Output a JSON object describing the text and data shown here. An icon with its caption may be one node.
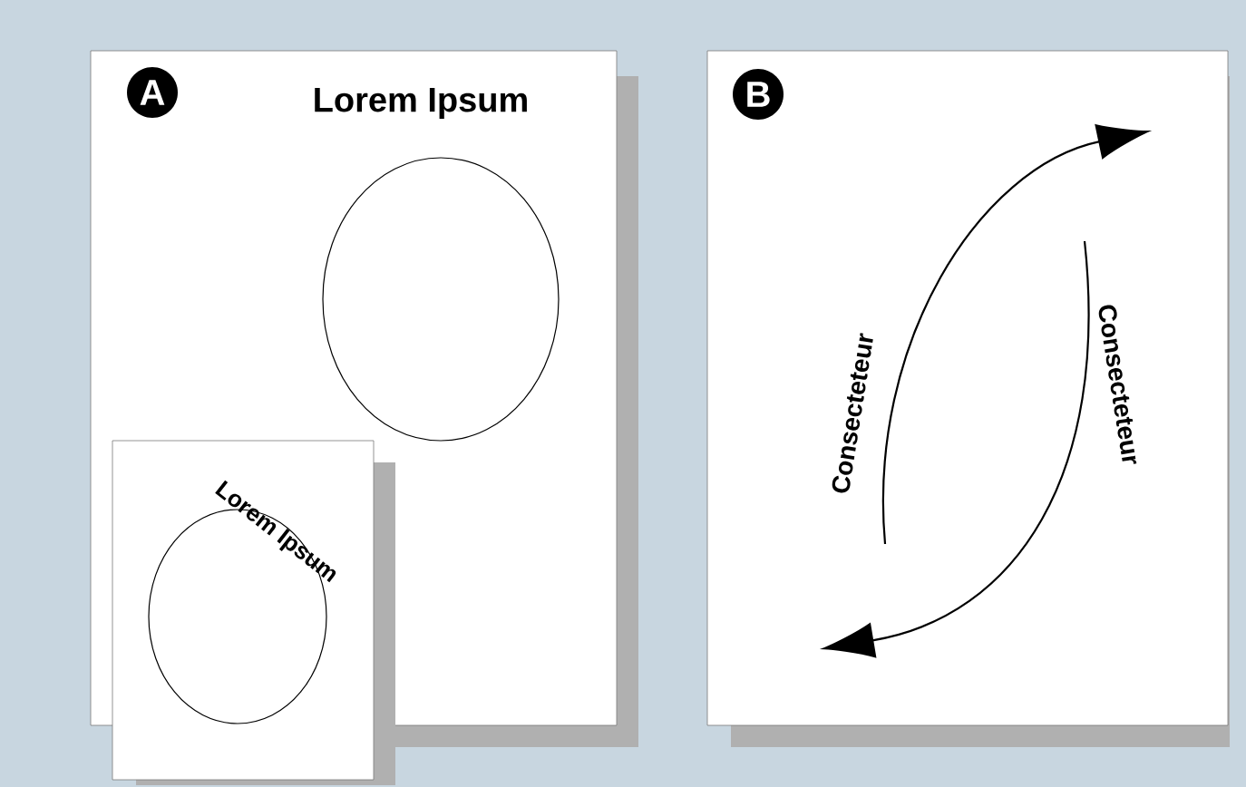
{
  "diagram": {
    "nodes": [
      {
        "text": [
          "Lorem Ipsum"
        ]
      },
      {
        "text": [
          "A"
        ],
        "in": 0
      },
      {
        "text": [],
        "shape": "circle",
        "in": 0
      },
      {
        "text": [],
        "shape": "box"
      },
      {
        "text": [
          "Lorem Ipsum"
        ],
        "in": 3
      },
      {
        "text": [],
        "shape": "box"
      },
      {
        "text": [
          "B"
        ],
        "in": 5
      }
    ],
    "edges": [],
    "labels": [
      "Consecteteur",
      "Consecteteur"
    ]
  }
}
